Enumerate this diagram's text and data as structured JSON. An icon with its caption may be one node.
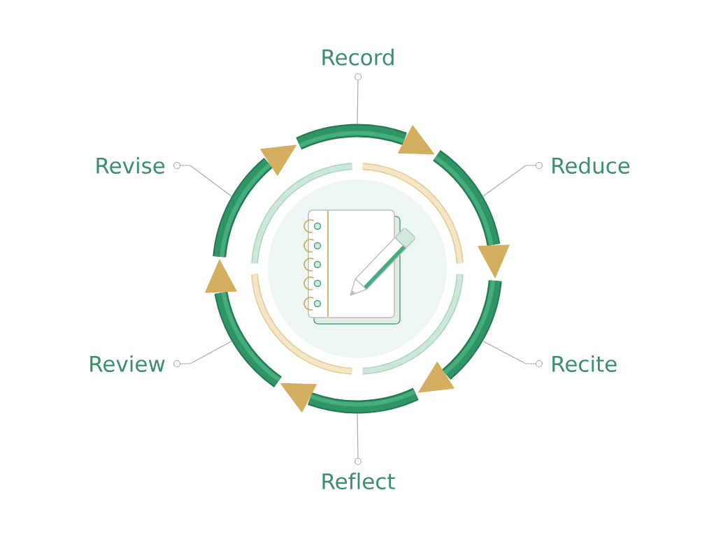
{
  "diagram": {
    "nodes": [
      {
        "text": [
          "Record"
        ]
      },
      {
        "text": [
          "Revise"
        ]
      },
      {
        "text": [
          "Reduce"
        ]
      },
      {
        "text": [
          "Review"
        ]
      },
      {
        "text": [
          "Recite"
        ]
      },
      {
        "text": [
          "Reflect"
        ]
      },
      {
        "text": [],
        "shape": "arc"
      },
      {
        "text": [],
        "shape": "arc"
      },
      {
        "text": [],
        "shape": "arc"
      },
      {
        "text": [],
        "shape": "arc"
      },
      {
        "text": [],
        "shape": "arc"
      },
      {
        "text": [],
        "shape": "arc"
      }
    ],
    "edges": [
      {
        "from": 0,
        "to": 6,
        "arrow": "none"
      },
      {
        "from": 1,
        "to": 11,
        "arrow": "none"
      },
      {
        "from": 2,
        "to": 7,
        "arrow": "none"
      },
      {
        "from": 3,
        "to": 10,
        "arrow": "none"
      },
      {
        "from": 4,
        "to": 8,
        "arrow": "none"
      },
      {
        "from": 5,
        "to": 9,
        "arrow": "none"
      },
      {
        "from": 6,
        "to": 7,
        "arrow": "to",
        "color": "#d4ae5e"
      },
      {
        "from": 7,
        "to": 8,
        "arrow": "to",
        "color": "#d4ae5e"
      },
      {
        "from": 8,
        "to": 9,
        "arrow": "to",
        "color": "#d4ae5e"
      },
      {
        "from": 9,
        "to": 10,
        "arrow": "to",
        "color": "#d4ae5e"
      },
      {
        "from": 10,
        "to": 11,
        "arrow": "to",
        "color": "#d4ae5e"
      },
      {
        "from": 11,
        "to": 6,
        "arrow": "to",
        "color": "#d4ae5e"
      }
    ]
  }
}
